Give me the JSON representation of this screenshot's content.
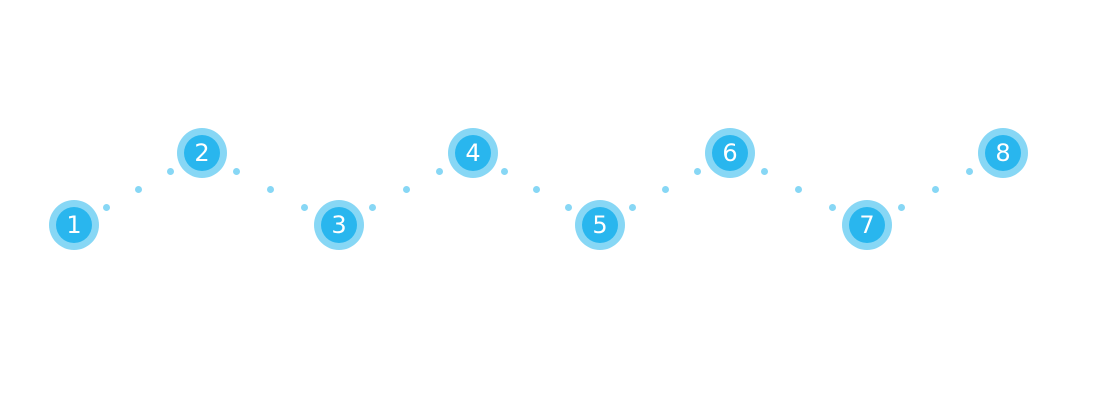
{
  "colors": {
    "ring": "#87d7f5",
    "core": "#29b6ee",
    "dot": "#87d7f5",
    "label": "#ffffff"
  },
  "steps": [
    {
      "label": "1",
      "row": "low"
    },
    {
      "label": "2",
      "row": "high"
    },
    {
      "label": "3",
      "row": "low"
    },
    {
      "label": "4",
      "row": "high"
    },
    {
      "label": "5",
      "row": "low"
    },
    {
      "label": "6",
      "row": "high"
    },
    {
      "label": "7",
      "row": "low"
    },
    {
      "label": "8",
      "row": "high"
    }
  ]
}
